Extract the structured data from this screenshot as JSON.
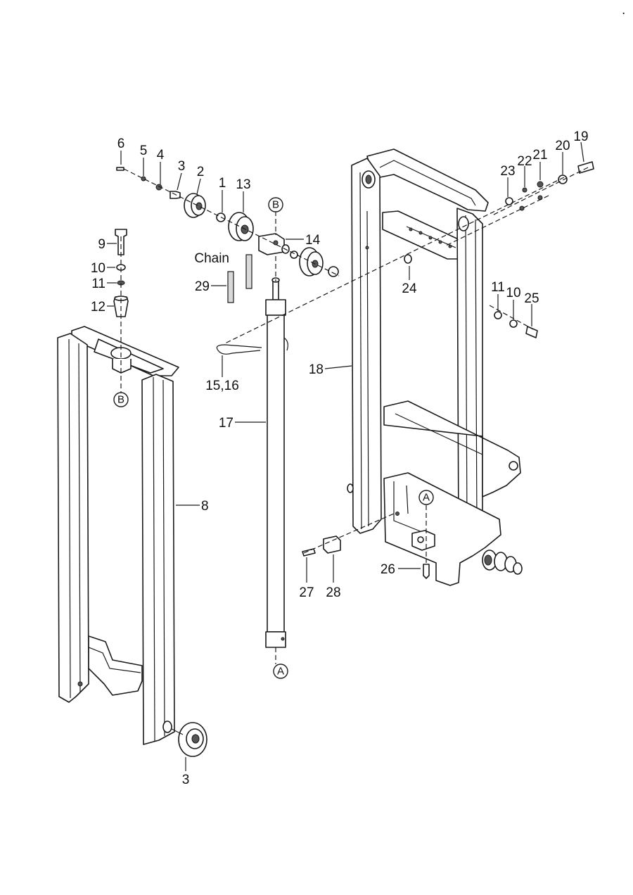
{
  "callouts": {
    "c1": "1",
    "c2": "2",
    "c3_top": "3",
    "c4": "4",
    "c5": "5",
    "c6": "6",
    "c8": "8",
    "c9": "9",
    "c10_left": "10",
    "c11_left": "11",
    "c12": "12",
    "c13": "13",
    "c14": "14",
    "c15_16": "15,16",
    "c17": "17",
    "c18": "18",
    "c19": "19",
    "c20": "20",
    "c21": "21",
    "c22": "22",
    "c23": "23",
    "c24": "24",
    "c25": "25",
    "c26": "26",
    "c27": "27",
    "c28": "28",
    "c29": "29",
    "c10_right": "10",
    "c11_right": "11",
    "c3_bottom": "3",
    "chain": "Chain"
  },
  "references": {
    "b_top": "B",
    "b_left": "B",
    "a_cylinder": "A",
    "a_mast": "A"
  },
  "corner_mark": "."
}
